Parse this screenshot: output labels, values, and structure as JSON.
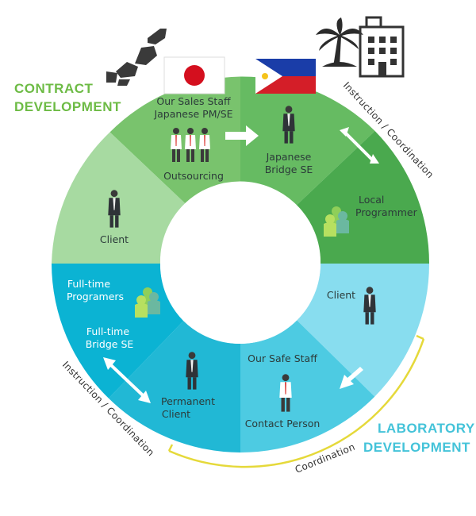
{
  "titles": {
    "contract_line1": "CONTRACT",
    "contract_line2": "DEVELOPMENT",
    "laboratory_line1": "LABORATORY",
    "laboratory_line2": "DEVELOPMENT"
  },
  "segments": {
    "top_left": {
      "line1": "Our Sales Staff",
      "line2": "Japanese PM/SE",
      "line3": "Outsourcing",
      "color": "#6cbc62"
    },
    "top_right": {
      "line1": "Japanese",
      "line2": "Bridge SE",
      "color": "#6cbc62"
    },
    "right_upper": {
      "line1": "Local",
      "line2": "Programmer",
      "color": "#48a84c"
    },
    "left_upper": {
      "line1": "Client",
      "color": "#a5d9a0"
    },
    "right_lower": {
      "line1": "Client",
      "color": "#85dcef"
    },
    "bottom_right": {
      "line1": "Our Safe Staff",
      "line2": "Contact Person",
      "color": "#4ccbe3"
    },
    "bottom_left": {
      "line1": "Permanent",
      "line2": "Client",
      "color": "#23b9d6"
    },
    "left_lower": {
      "line1": "Full-time",
      "line2": "Programers",
      "line3": "Full-time",
      "line4": "Bridge SE",
      "color": "#0ab4d4"
    }
  },
  "side_labels": {
    "instruction_right": "Instruction / Coordination",
    "instruction_left": "Instruction / Coordination",
    "coordination": "Coordination"
  },
  "colors": {
    "contract_title": "#6dbb45",
    "laboratory_title": "#44c3d9",
    "coordination_bracket": "#e5d93a"
  },
  "icons": [
    "japan-map-icon",
    "japan-flag-icon",
    "philippines-flag-icon",
    "palm-tree-icon",
    "office-building-icon",
    "businessman-icon",
    "people-group-icon",
    "double-arrow-icon",
    "right-arrow-icon"
  ]
}
